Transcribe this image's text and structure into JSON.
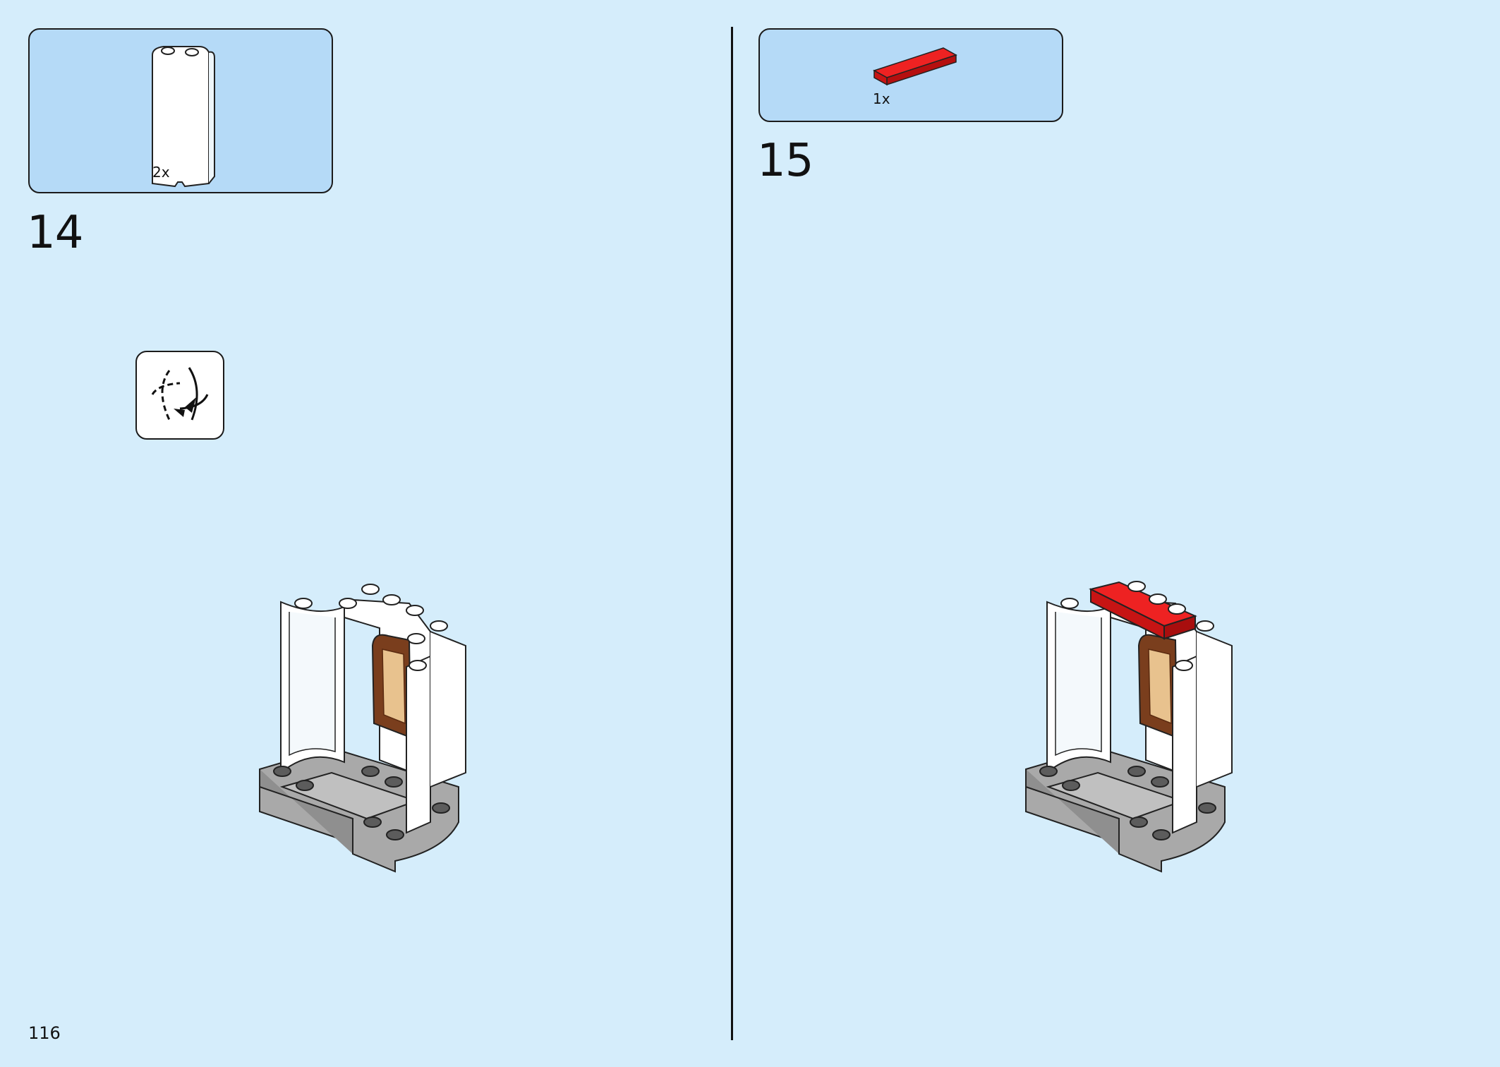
{
  "page": {
    "number": "116"
  },
  "colors": {
    "background": "#d5edfb",
    "parts_box": "#b5daf7",
    "brick_white": "#ffffff",
    "brick_red": "#dd1a1a",
    "plate_gray": "#a9a9a9",
    "window_brown": "#7a3e1d"
  },
  "steps": [
    {
      "number": "14",
      "parts": [
        {
          "quantity": "2x",
          "part": "white-curved-panel-icon"
        }
      ],
      "extras": [
        "rotate-model-icon"
      ],
      "model": "booth-model-step-14"
    },
    {
      "number": "15",
      "parts": [
        {
          "quantity": "1x",
          "part": "red-tile-1x4-icon"
        }
      ],
      "model": "booth-model-step-15"
    }
  ]
}
